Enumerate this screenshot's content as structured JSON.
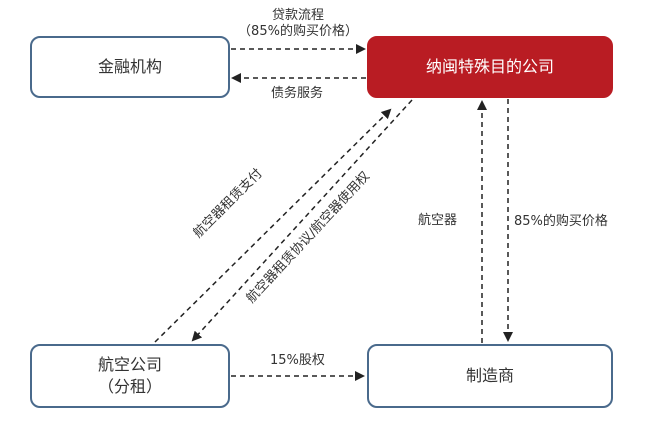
{
  "nodes": {
    "financial": "金融机构",
    "spv": "纳闽特殊目的公司",
    "airline_line1": "航空公司",
    "airline_line2": "（分租）",
    "manufacturer": "制造商"
  },
  "edges": {
    "loan_flow_line1": "贷款流程",
    "loan_flow_line2": "（85%的购买价格）",
    "debt_service": "债务服务",
    "lease_payment": "航空器租赁支付",
    "lease_agreement": "航空器租赁协议/航空器使用权",
    "aircraft": "航空器",
    "purchase_85": "85%的购买价格",
    "equity_15": "15%股权"
  },
  "colors": {
    "spv_fill": "#b91c23",
    "box_border": "#4a6a8c",
    "arrow": "#222222"
  }
}
